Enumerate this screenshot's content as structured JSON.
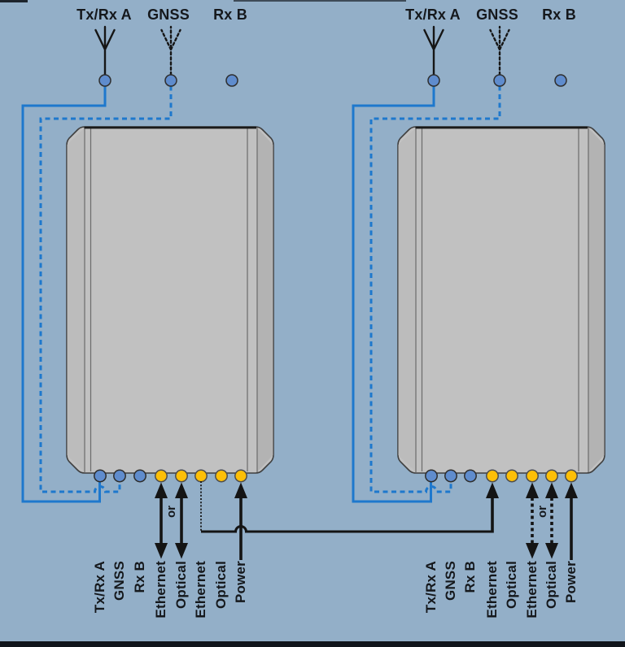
{
  "colors": {
    "background": "#93afc8",
    "device_fill": "#c1c1c1",
    "device_side_left": "#bcbcbc",
    "device_side_right": "#b3b3b3",
    "device_outline": "#3f3f3f",
    "device_top_edge": "#1a1a1a",
    "fold_line": "#6b6b6b",
    "blue_cable": "#1e78cd",
    "blue_port": "#5f8ccd",
    "blue_port_outline": "#2e2e2e",
    "yellow_port": "#fdbf07",
    "yellow_port_outline": "#4d4d4d",
    "black_cable": "#141414",
    "label_color": "#15181c",
    "dark_strip": "#11151b"
  },
  "icons": {
    "antenna": "antenna-icon (three-prong whisk, solid = RF Tx/Rx cable)",
    "gnss_antenna": "antenna-icon dashed (GNSS cable)",
    "port_dot_blue": "blue antenna-port connector",
    "port_dot_yellow": "yellow interface-port connector"
  },
  "devices": [
    {
      "name": "left unit",
      "antenna_labels": [
        "Tx/Rx A",
        "GNSS",
        "Rx B"
      ],
      "bottom_port_labels": [
        "Tx/Rx A",
        "GNSS",
        "Rx B",
        "Ethernet",
        "Optical",
        "Ethernet",
        "Optical",
        "Power"
      ],
      "or_label": "or"
    },
    {
      "name": "right unit",
      "antenna_labels": [
        "Tx/Rx A",
        "GNSS",
        "Rx B"
      ],
      "bottom_port_labels": [
        "Tx/Rx A",
        "GNSS",
        "Rx B",
        "Ethernet",
        "Optical",
        "Ethernet",
        "Optical",
        "Power"
      ],
      "or_label": "or"
    }
  ]
}
